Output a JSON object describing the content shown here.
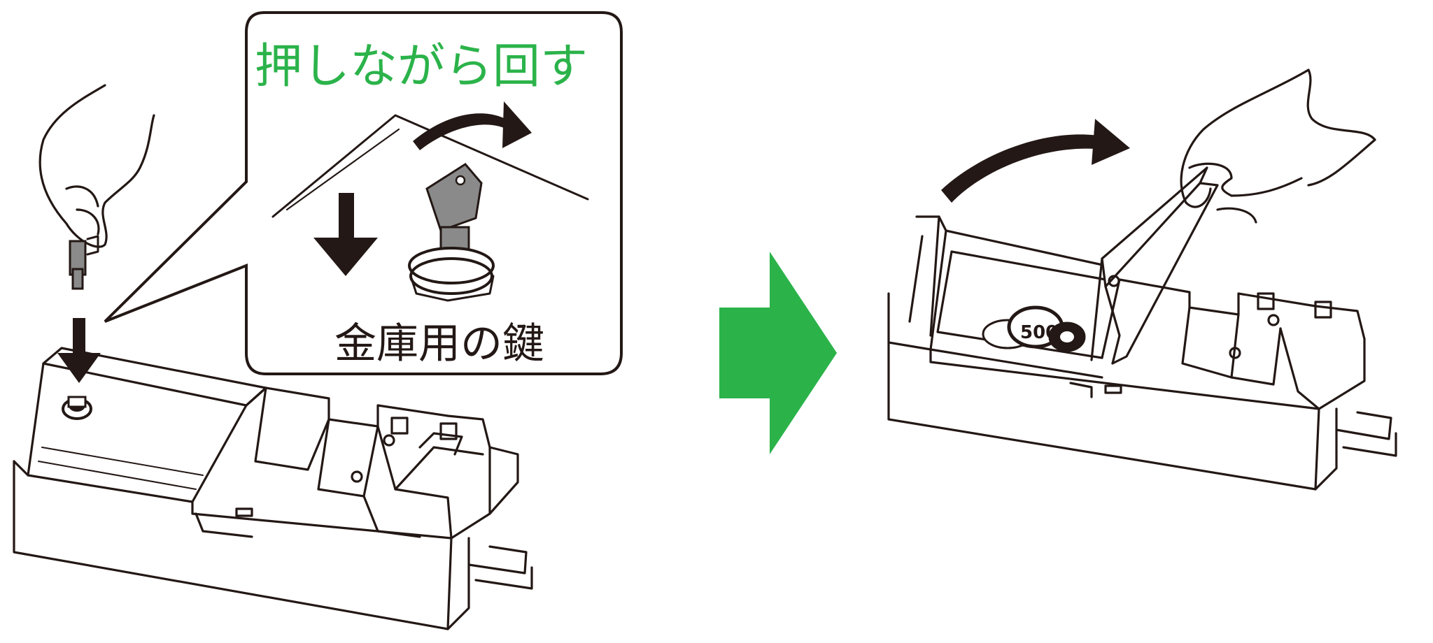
{
  "callout": {
    "instruction": "押しながら回す",
    "key_label": "金庫用の鍵"
  },
  "colors": {
    "accent_green": "#2bb34a",
    "ink": "#231815",
    "key_gray": "#8a8a8a",
    "background": "#ffffff"
  },
  "coin_marking": "500",
  "icons": {
    "step_arrow": "green-right-arrow-icon",
    "push_arrow": "down-arrow-icon",
    "turn_arrow": "curved-arrow-icon"
  }
}
